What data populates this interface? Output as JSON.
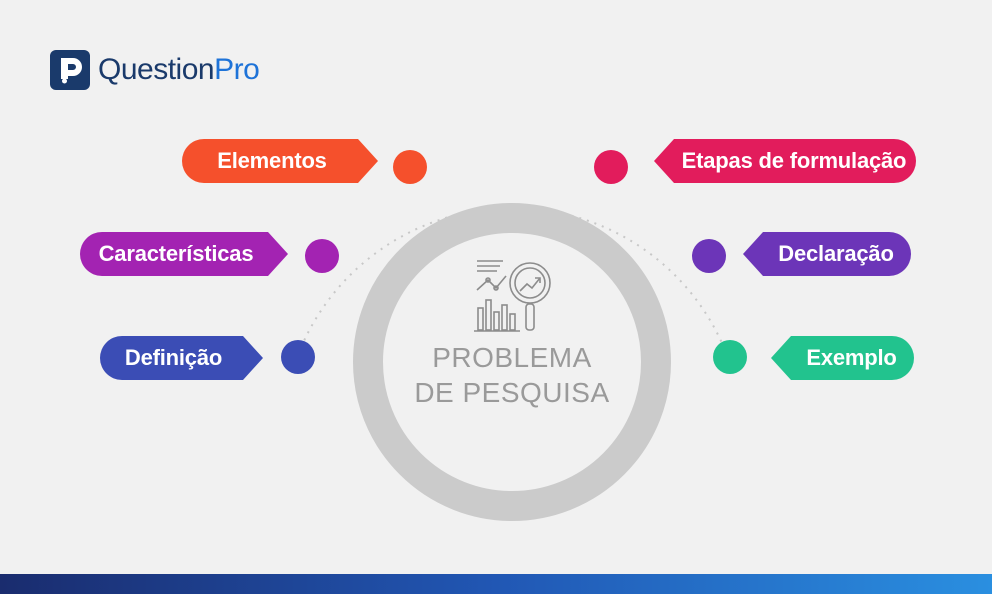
{
  "logo": {
    "brand_left": "Question",
    "brand_right": "Pro",
    "icon": "questionpro-logo-icon"
  },
  "center": {
    "line1": "PROBLEMA",
    "line2": "DE PESQUISA",
    "icon": "analytics-magnifier-icon"
  },
  "items": {
    "elementos": {
      "label": "Elementos",
      "color": "#f5502c"
    },
    "caracteristicas": {
      "label": "Características",
      "color": "#a323b2"
    },
    "definicao": {
      "label": "Definição",
      "color": "#3b4db5"
    },
    "etapas": {
      "label": "Etapas de formulação",
      "color": "#e21c5c"
    },
    "declaracao": {
      "label": "Declaração",
      "color": "#6c35b8"
    },
    "exemplo": {
      "label": "Exemplo",
      "color": "#22c38e"
    }
  },
  "colors": {
    "ring": "#cbcbcb",
    "background": "#f1f1f1",
    "text_gray": "#9a9a9a"
  }
}
